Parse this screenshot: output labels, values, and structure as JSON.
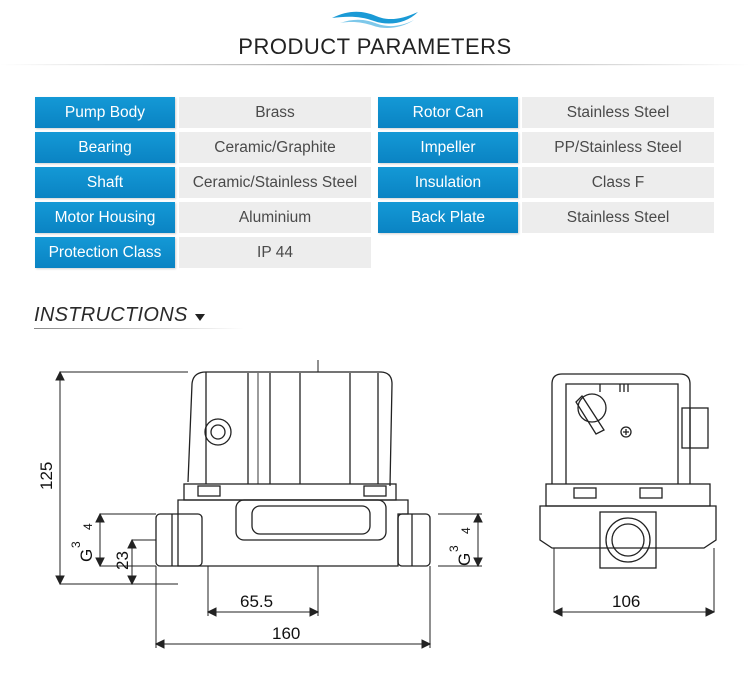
{
  "header": {
    "title": "PRODUCT PARAMETERS"
  },
  "parameters": {
    "left": [
      {
        "label": "Pump Body",
        "value": "Brass"
      },
      {
        "label": "Bearing",
        "value": "Ceramic/Graphite"
      },
      {
        "label": "Shaft",
        "value": "Ceramic/Stainless Steel"
      },
      {
        "label": "Motor Housing",
        "value": "Aluminium"
      },
      {
        "label": "Protection Class",
        "value": "IP 44"
      }
    ],
    "right": [
      {
        "label": "Rotor Can",
        "value": "Stainless Steel"
      },
      {
        "label": "Impeller",
        "value": "PP/Stainless Steel"
      },
      {
        "label": "Insulation",
        "value": "Class F"
      },
      {
        "label": "Back Plate",
        "value": "Stainless Steel"
      }
    ]
  },
  "instructions": {
    "title": "INSTRUCTIONS"
  },
  "dimensions": {
    "height": "125",
    "thread_g": "G",
    "thread_num": "3",
    "thread_den": "4",
    "center_height": "23",
    "half_length": "65.5",
    "length": "160",
    "width": "106"
  },
  "colors": {
    "label_bg": "#0a8fcf",
    "value_bg": "#ededed",
    "wave": "#1a9ad6"
  }
}
